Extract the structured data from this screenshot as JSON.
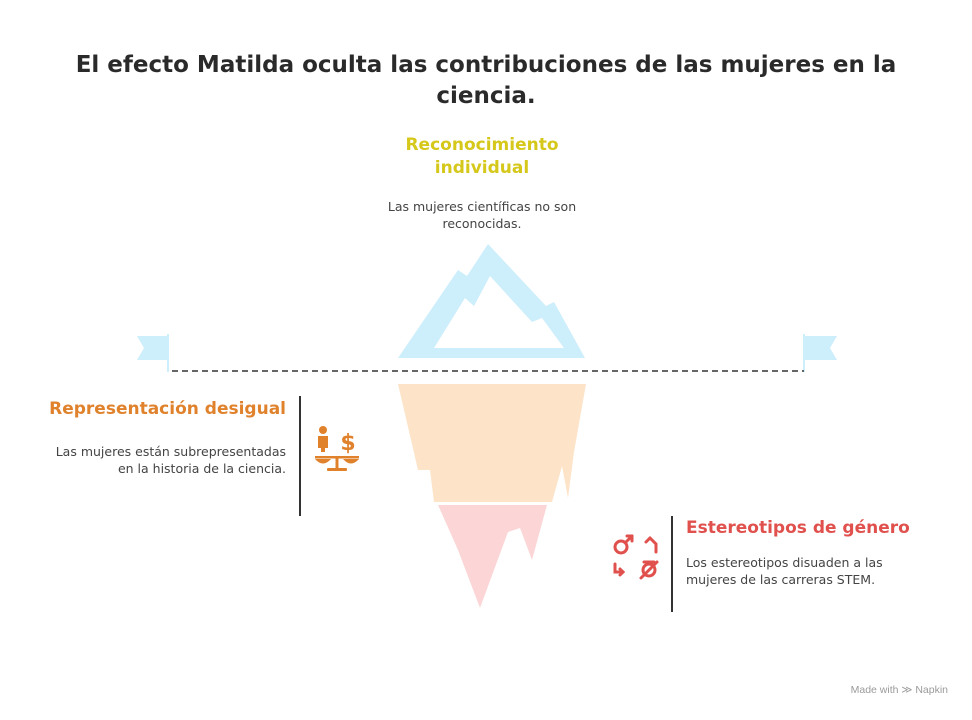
{
  "title": "El efecto Matilda oculta las contribuciones de las mujeres en la ciencia.",
  "levels": {
    "top": {
      "heading": "Reconocimiento individual",
      "text": "Las mujeres científicas no son reconocidas.",
      "color": "#d6c81a"
    },
    "middle": {
      "heading": "Representación desigual",
      "text": "Las mujeres están subrepresentadas en la historia de la ciencia.",
      "color": "#e0822c",
      "icon": "balance-scale-icon"
    },
    "bottom": {
      "heading": "Estereotipos de género",
      "text": "Los estereotipos disuaden a las mujeres de las carreras STEM.",
      "color": "#e0504c",
      "icon": "gender-symbols-icon"
    }
  },
  "colors": {
    "iceberg_tip": "#cdeefb",
    "iceberg_middle": "#fde3c8",
    "iceberg_bottom": "#fcd6d6",
    "waterline": "#333333"
  },
  "footer": {
    "prefix": "Made with",
    "brand": "Napkin"
  }
}
